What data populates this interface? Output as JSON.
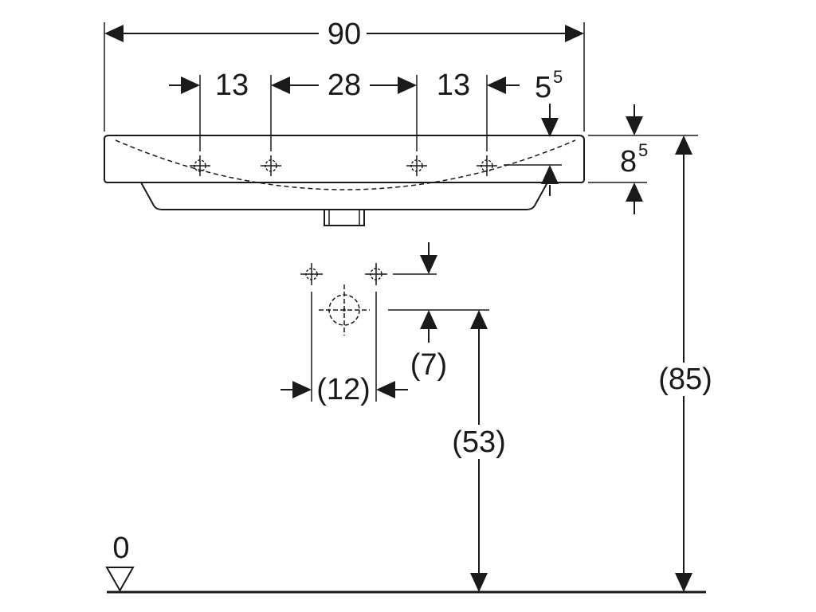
{
  "dimensions": {
    "overall_width": "90",
    "left_offset": "13",
    "center_spacing": "28",
    "right_offset": "13",
    "edge_offset_main": "5",
    "edge_offset_sup": "5",
    "rim_height_main": "8",
    "rim_height_sup": "5",
    "rough_in_height": "(7)",
    "rough_in_spacing": "(12)",
    "drain_height": "(53)",
    "top_height": "(85)",
    "floor_level": "0"
  }
}
